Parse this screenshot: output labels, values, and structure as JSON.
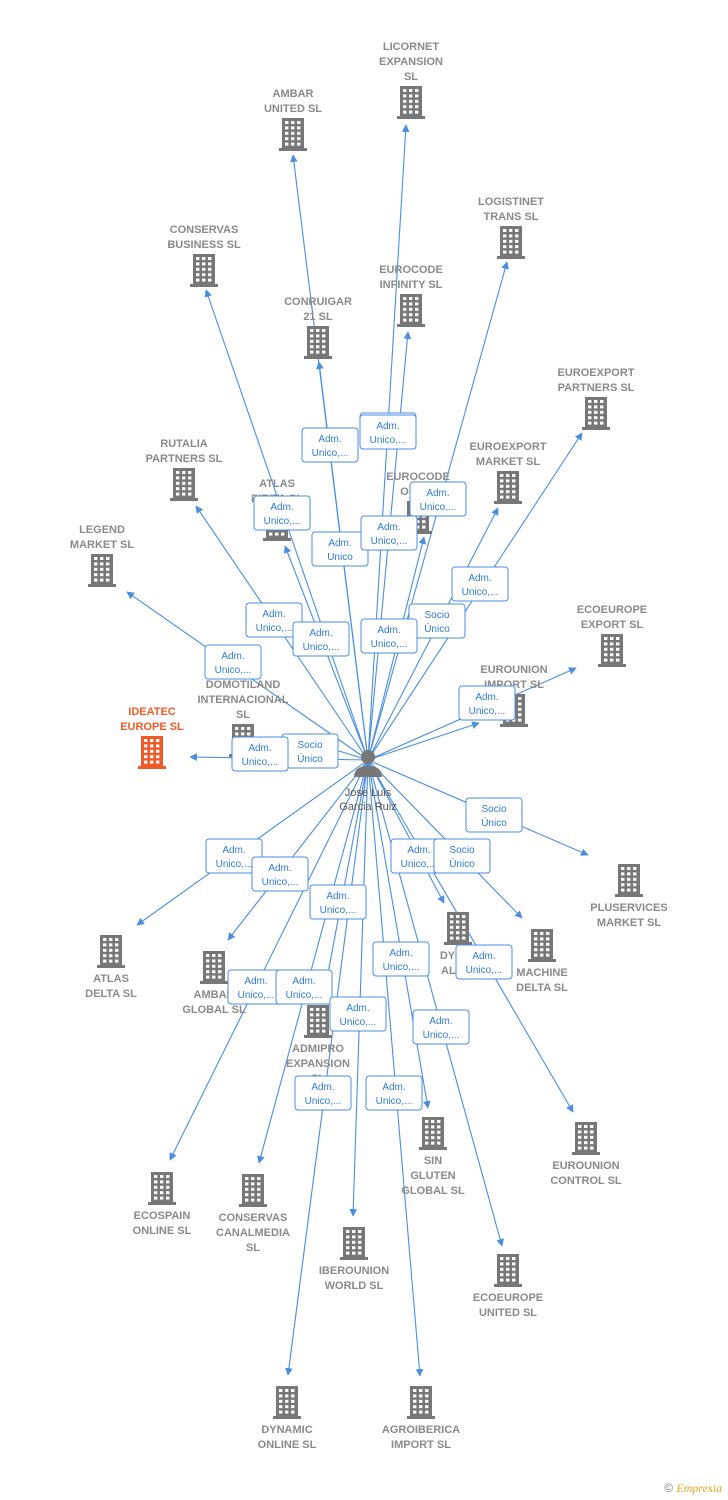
{
  "person": {
    "name_line1": "Jose Luis",
    "name_line2": "Garcia Ruiz"
  },
  "colors": {
    "edge": "#4a8ee0",
    "company": "#777777",
    "highlight": "#f05a28"
  },
  "companies": [
    {
      "id": "licornet",
      "lines": [
        "LICORNET",
        "EXPANSION",
        "SL"
      ],
      "highlight": false
    },
    {
      "id": "ambar-united",
      "lines": [
        "AMBAR",
        "UNITED  SL"
      ],
      "highlight": false
    },
    {
      "id": "logistinet",
      "lines": [
        "LOGISTINET",
        "TRANS  SL"
      ],
      "highlight": false
    },
    {
      "id": "conservas-business",
      "lines": [
        "CONSERVAS",
        "BUSINESS  SL"
      ],
      "highlight": false
    },
    {
      "id": "eurocode-infinity",
      "lines": [
        "EUROCODE",
        "INFINITY  SL"
      ],
      "highlight": false
    },
    {
      "id": "conruigar",
      "lines": [
        "CONRUIGAR",
        "21  SL"
      ],
      "highlight": false
    },
    {
      "id": "euroexport-partners",
      "lines": [
        "EUROEXPORT",
        "PARTNERS  SL"
      ],
      "highlight": false
    },
    {
      "id": "rutalia",
      "lines": [
        "RUTALIA",
        "PARTNERS  SL"
      ],
      "highlight": false
    },
    {
      "id": "euroexport-market",
      "lines": [
        "EUROEXPORT",
        "MARKET  SL"
      ],
      "highlight": false
    },
    {
      "id": "atlas-pirita",
      "lines": [
        "ATLAS",
        "PIRITA  SL"
      ],
      "highlight": false
    },
    {
      "id": "eurocode-online",
      "lines": [
        "EUROCODE",
        "ONLI..."
      ],
      "highlight": false
    },
    {
      "id": "legend-market",
      "lines": [
        "LEGEND",
        "MARKET  SL"
      ],
      "highlight": false
    },
    {
      "id": "ecoeurope-export",
      "lines": [
        "ECOEUROPE",
        "EXPORT  SL"
      ],
      "highlight": false
    },
    {
      "id": "eurounion-import",
      "lines": [
        "EUROUNION",
        "IMPORT  SL"
      ],
      "highlight": false
    },
    {
      "id": "domotiland",
      "lines": [
        "DOMOTILAND",
        "INTERNACIONAL",
        "SL"
      ],
      "highlight": false
    },
    {
      "id": "ideatec",
      "lines": [
        "IDEATEC",
        "EUROPE  SL"
      ],
      "highlight": true
    },
    {
      "id": "pluservices",
      "lines": [
        "PLUSERVICES",
        "MARKET  SL"
      ],
      "highlight": false
    },
    {
      "id": "atlas-delta",
      "lines": [
        "ATLAS",
        "DELTA  SL"
      ],
      "highlight": false
    },
    {
      "id": "ambar-global",
      "lines": [
        "AMBAR",
        "GLOBAL  SL"
      ],
      "highlight": false
    },
    {
      "id": "dynamic-alfa",
      "lines": [
        "DYNA...",
        "ALFA..."
      ],
      "highlight": false
    },
    {
      "id": "machine-delta",
      "lines": [
        "MACHINE",
        "DELTA  SL"
      ],
      "highlight": false
    },
    {
      "id": "admipro",
      "lines": [
        "ADMIPRO",
        "EXPANSION",
        "SL"
      ],
      "highlight": false
    },
    {
      "id": "sin-gluten",
      "lines": [
        "SIN",
        "GLUTEN",
        "GLOBAL  SL"
      ],
      "highlight": false
    },
    {
      "id": "eurounion-control",
      "lines": [
        "EUROUNION",
        "CONTROL  SL"
      ],
      "highlight": false
    },
    {
      "id": "ecospain",
      "lines": [
        "ECOSPAIN",
        "ONLINE  SL"
      ],
      "highlight": false
    },
    {
      "id": "conservas-canalmedia",
      "lines": [
        "CONSERVAS",
        "CANALMEDIA",
        "SL"
      ],
      "highlight": false
    },
    {
      "id": "iberounion",
      "lines": [
        "IBEROUNION",
        "WORLD  SL"
      ],
      "highlight": false
    },
    {
      "id": "ecoeurope-united",
      "lines": [
        "ECOEUROPE",
        "UNITED  SL"
      ],
      "highlight": false
    },
    {
      "id": "dynamic-online",
      "lines": [
        "DYNAMIC",
        "ONLINE  SL"
      ],
      "highlight": false
    },
    {
      "id": "agroiberica",
      "lines": [
        "AGROIBERICA",
        "IMPORT  SL"
      ],
      "highlight": false
    }
  ],
  "edges": [
    {
      "to": "licornet",
      "label": [
        "Adm.",
        "Unico,..."
      ]
    },
    {
      "to": "ambar-united",
      "label": [
        "Adm.",
        "Unico,..."
      ]
    },
    {
      "to": "logistinet",
      "label": [
        "Adm.",
        "Unico,..."
      ]
    },
    {
      "to": "conservas-business",
      "label": [
        "Adm.",
        "Unico,..."
      ]
    },
    {
      "to": "eurocode-infinity",
      "label": [
        "Adm.",
        "Unico,..."
      ]
    },
    {
      "to": "conruigar",
      "label": [
        "Adm.",
        "Unico"
      ]
    },
    {
      "to": "euroexport-partners",
      "label": [
        "Adm.",
        "Unico,..."
      ]
    },
    {
      "to": "rutalia",
      "label": [
        "Adm.",
        "Unico,..."
      ]
    },
    {
      "to": "euroexport-market",
      "label": [
        "Socio",
        "Único"
      ]
    },
    {
      "to": "atlas-pirita",
      "label": [
        "Adm.",
        "Unico,..."
      ]
    },
    {
      "to": "eurocode-online",
      "label": [
        "Adm.",
        "Unico,..."
      ]
    },
    {
      "to": "legend-market",
      "label": [
        "Adm.",
        "Unico,..."
      ]
    },
    {
      "to": "ecoeurope-export",
      "label": [
        "Adm.",
        "Unico,..."
      ]
    },
    {
      "to": "eurounion-import",
      "label": [
        "Adm.",
        "Unico,..."
      ]
    },
    {
      "to": "domotiland",
      "label": [
        "Socio",
        "Único"
      ]
    },
    {
      "to": "ideatec",
      "label": [
        "Adm.",
        "Unico,..."
      ]
    },
    {
      "to": "pluservices",
      "label": [
        "Socio",
        "Único"
      ]
    },
    {
      "to": "atlas-delta",
      "label": [
        "Adm.",
        "Unico,..."
      ]
    },
    {
      "to": "ambar-global",
      "label": [
        "Adm.",
        "Unico,..."
      ]
    },
    {
      "to": "dynamic-alfa",
      "label": [
        "Adm.",
        "Unico,..."
      ]
    },
    {
      "to": "machine-delta",
      "label": [
        "Socio",
        "Único"
      ]
    },
    {
      "to": "admipro",
      "label": [
        "Adm.",
        "Unico,..."
      ]
    },
    {
      "to": "sin-gluten",
      "label": [
        "Adm.",
        "Unico,..."
      ]
    },
    {
      "to": "eurounion-control",
      "label": [
        "Adm.",
        "Unico,..."
      ]
    },
    {
      "to": "ecospain",
      "label": [
        "Adm.",
        "Unico,..."
      ]
    },
    {
      "to": "conservas-canalmedia",
      "label": [
        "Adm.",
        "Unico,..."
      ]
    },
    {
      "to": "iberounion",
      "label": [
        "Adm.",
        "Unico,..."
      ]
    },
    {
      "to": "ecoeurope-united",
      "label": [
        "Adm.",
        "Unico,..."
      ]
    },
    {
      "to": "dynamic-online",
      "label": [
        "Adm.",
        "Unico,..."
      ]
    },
    {
      "to": "agroiberica",
      "label": [
        "Adm.",
        "Unico,..."
      ]
    }
  ],
  "footer": {
    "copyright": "©",
    "brand": "Empresia"
  }
}
